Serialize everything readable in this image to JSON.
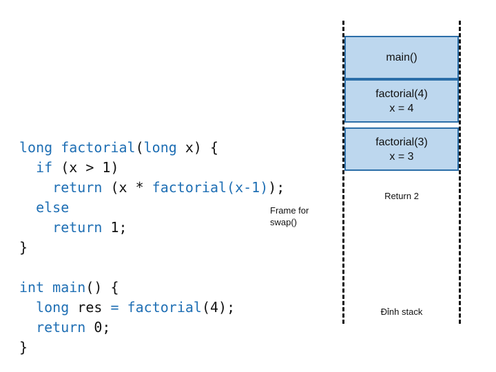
{
  "code": {
    "lines": [
      [
        {
          "t": "long",
          "c": "kw"
        },
        {
          "t": " ",
          "c": "plain"
        },
        {
          "t": "factorial",
          "c": "blue"
        },
        {
          "t": "(",
          "c": "plain"
        },
        {
          "t": "long",
          "c": "kw"
        },
        {
          "t": " x) {",
          "c": "plain"
        }
      ],
      [
        {
          "t": "  ",
          "c": "plain"
        },
        {
          "t": "if",
          "c": "kw"
        },
        {
          "t": " (x > 1)",
          "c": "plain"
        }
      ],
      [
        {
          "t": "    ",
          "c": "plain"
        },
        {
          "t": "return",
          "c": "kw"
        },
        {
          "t": " (x * ",
          "c": "plain"
        },
        {
          "t": "factorial(x-1)",
          "c": "blue"
        },
        {
          "t": ");",
          "c": "plain"
        }
      ],
      [
        {
          "t": "  ",
          "c": "plain"
        },
        {
          "t": "else",
          "c": "kw"
        }
      ],
      [
        {
          "t": "    ",
          "c": "plain"
        },
        {
          "t": "return",
          "c": "kw"
        },
        {
          "t": " 1;",
          "c": "plain"
        }
      ],
      [
        {
          "t": "}",
          "c": "plain"
        }
      ],
      [
        {
          "t": " ",
          "c": "plain"
        }
      ],
      [
        {
          "t": "int",
          "c": "kw"
        },
        {
          "t": " ",
          "c": "plain"
        },
        {
          "t": "main",
          "c": "blue"
        },
        {
          "t": "() {",
          "c": "plain"
        }
      ],
      [
        {
          "t": "  ",
          "c": "plain"
        },
        {
          "t": "long",
          "c": "kw"
        },
        {
          "t": " res ",
          "c": "plain"
        },
        {
          "t": "=",
          "c": "kw"
        },
        {
          "t": " ",
          "c": "plain"
        },
        {
          "t": "factorial",
          "c": "blue"
        },
        {
          "t": "(4);",
          "c": "plain"
        }
      ],
      [
        {
          "t": "  ",
          "c": "plain"
        },
        {
          "t": "return",
          "c": "kw"
        },
        {
          "t": " 0;",
          "c": "plain"
        }
      ],
      [
        {
          "t": "}",
          "c": "plain"
        }
      ]
    ]
  },
  "annotation": {
    "frame_for_swap_line1": "Frame for",
    "frame_for_swap_line2": "swap()"
  },
  "stack": {
    "frames": [
      {
        "title": "main()",
        "detail": ""
      },
      {
        "title": "factorial(4)",
        "detail": "x = 4"
      },
      {
        "title": "factorial(3)",
        "detail": "x = 3"
      }
    ],
    "return_label": "Return 2",
    "bottom_label": "Đỉnh stack"
  },
  "colors": {
    "frame_fill": "#bdd7ee",
    "frame_border": "#2b6ea8",
    "keyword": "#1f6fb4",
    "text": "#111111"
  }
}
